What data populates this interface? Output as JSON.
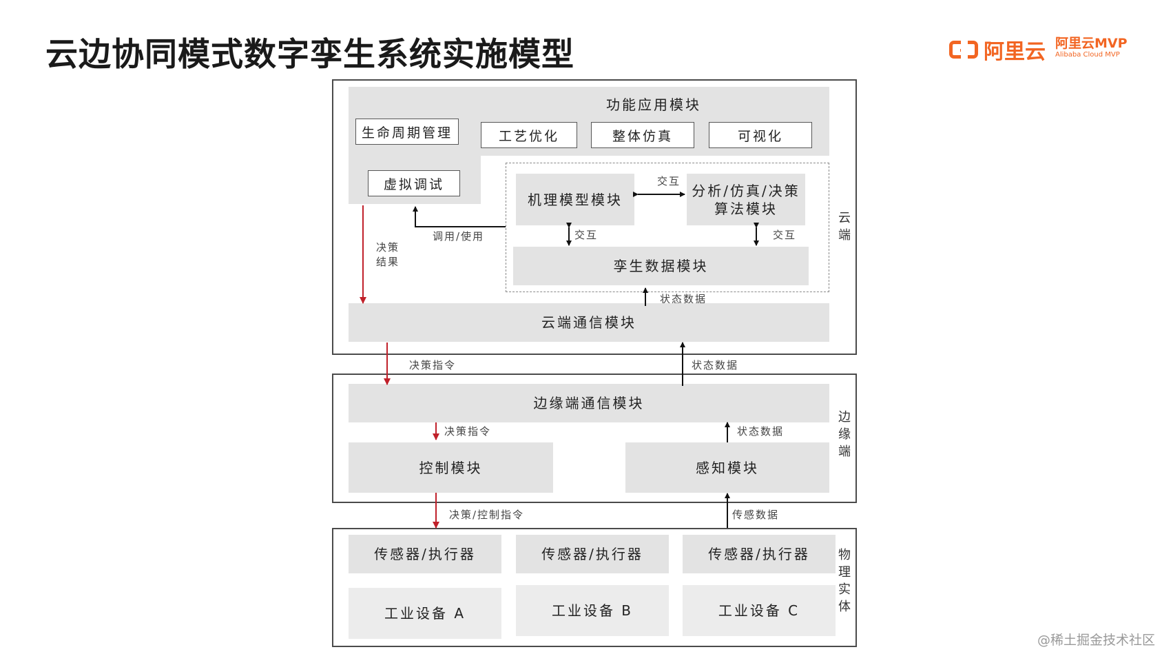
{
  "title": "云边协同模式数字孪生系统实施模型",
  "logo": {
    "brand": "阿里云",
    "mvp_title": "阿里云MVP",
    "mvp_subtitle": "Alibaba Cloud MVP"
  },
  "watermark": "@稀土掘金技术社区",
  "colors": {
    "accent": "#f26522",
    "arrow_red": "#c0202a",
    "box_gray": "#e3e3e3"
  },
  "cloud": {
    "side_label": "云\n端",
    "app_module": "功能应用模块",
    "lifecycle": "生命周期管理",
    "process_opt": "工艺优化",
    "sim": "整体仿真",
    "visual": "可视化",
    "virtual_debug": "虚拟调试",
    "mech_model": "机理模型模块",
    "analysis_line1": "分析/仿真/决策",
    "analysis_line2": "算法模块",
    "twin_data": "孪生数据模块",
    "comm": "云端通信模块",
    "interact_top": "交互",
    "interact_left": "交互",
    "interact_right": "交互",
    "call_use": "调用/使用",
    "decision_result_1": "决策",
    "decision_result_2": "结果",
    "state_data": "状态数据"
  },
  "between": {
    "decision_cmd": "决策指令",
    "state_data": "状态数据"
  },
  "edge": {
    "side_label": "边\n缘\n端",
    "comm": "边缘端通信模块",
    "decision_cmd": "决策指令",
    "state_data": "状态数据",
    "control": "控制模块",
    "sense": "感知模块"
  },
  "between2": {
    "control_cmd": "决策/控制指令",
    "sensor_data": "传感数据"
  },
  "physical": {
    "side_label": "物\n理\n实\n体",
    "units": [
      {
        "sensor": "传感器/执行器",
        "device": "工业设备 A"
      },
      {
        "sensor": "传感器/执行器",
        "device": "工业设备 B"
      },
      {
        "sensor": "传感器/执行器",
        "device": "工业设备 C"
      }
    ]
  }
}
